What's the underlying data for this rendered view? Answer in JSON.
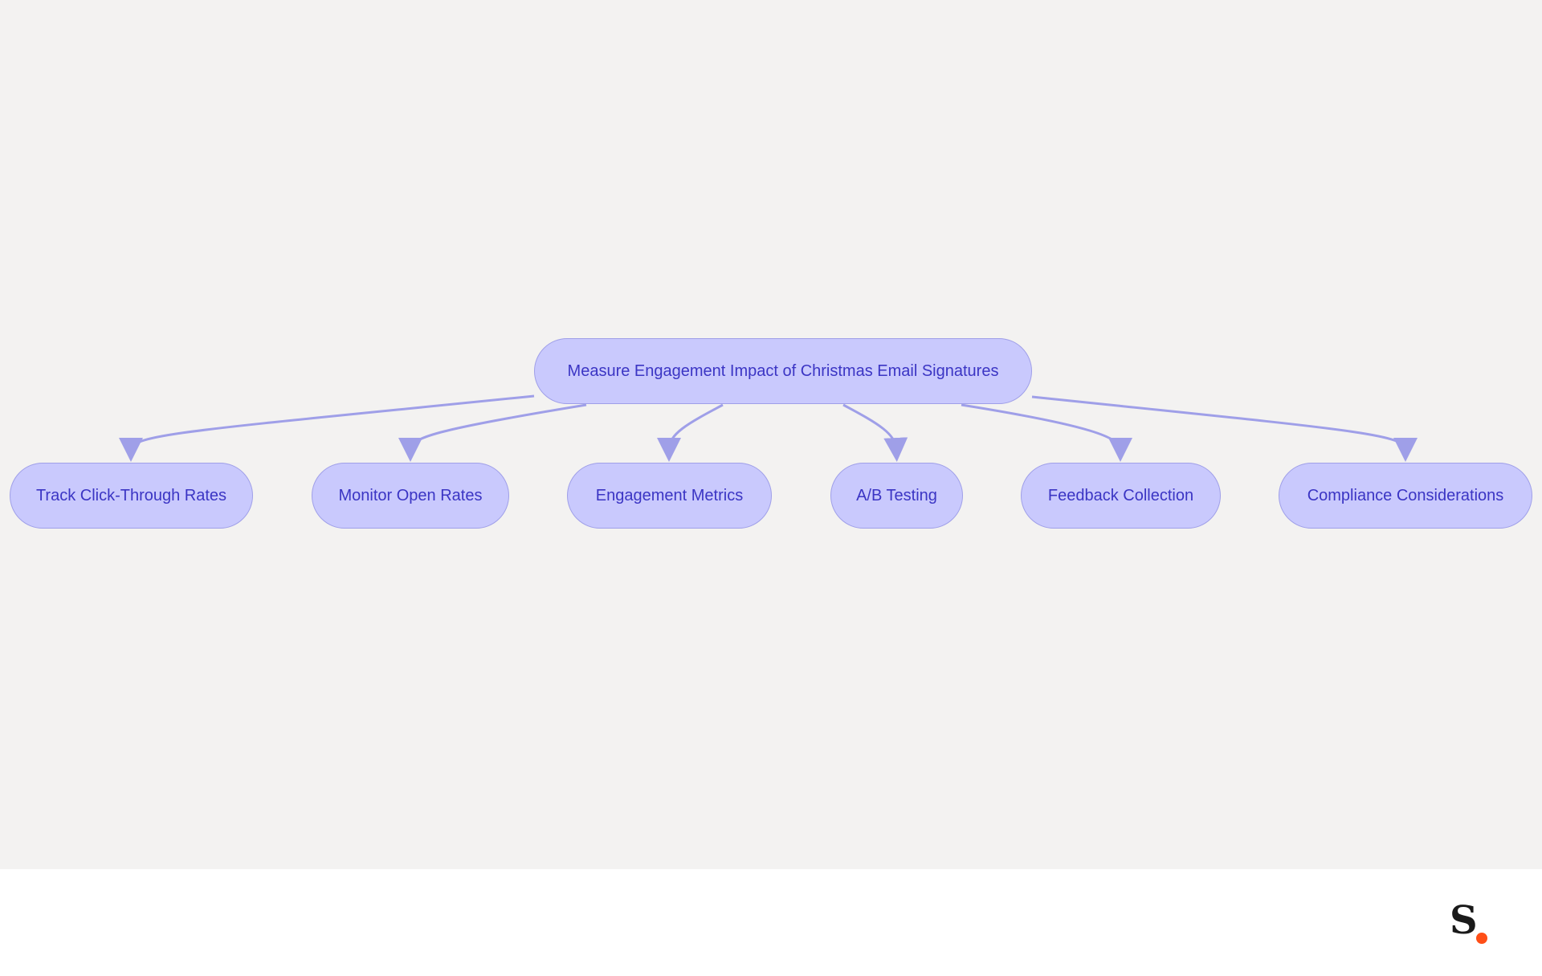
{
  "diagram": {
    "root": {
      "label": "Measure Engagement Impact of Christmas Email Signatures"
    },
    "children": [
      {
        "label": "Track Click-Through Rates"
      },
      {
        "label": "Monitor Open Rates"
      },
      {
        "label": "Engagement Metrics"
      },
      {
        "label": "A/B Testing"
      },
      {
        "label": "Feedback Collection"
      },
      {
        "label": "Compliance Considerations"
      }
    ],
    "colors": {
      "node_fill": "#c9c9fd",
      "node_border": "#9f9fe8",
      "node_text": "#3b35c4",
      "edge": "#9f9fe8",
      "background": "#f3f2f1"
    }
  },
  "footer": {
    "logo": {
      "letter": "S",
      "dot_color": "#ff4f17"
    }
  }
}
